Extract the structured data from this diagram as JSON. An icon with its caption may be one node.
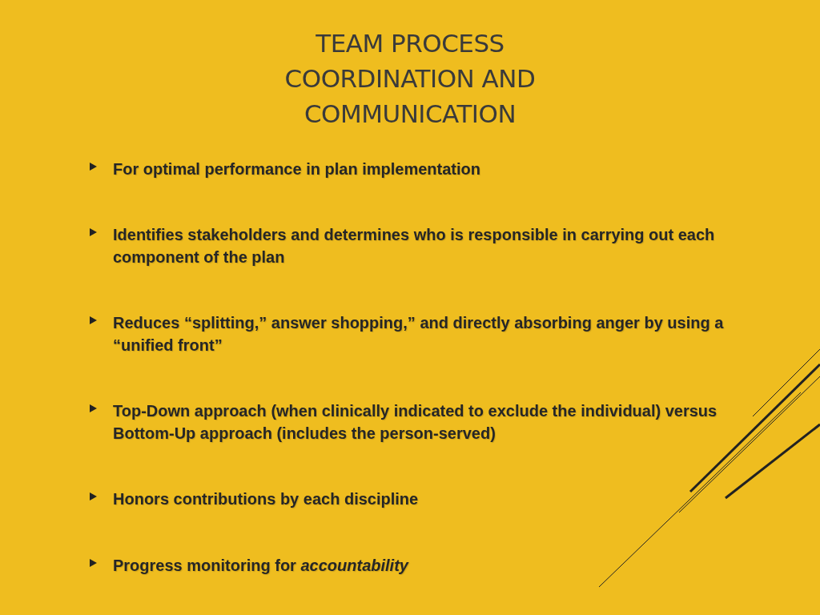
{
  "diagram": {
    "title": "TEAM PROCESS COORDINATION AND COMMUNICATION",
    "labels": [
      "For optimal performance in plan implementation",
      "Identifies stakeholders and determines who is responsible in carrying out each component of the plan",
      "Reduces “splitting,” answer shopping,” and directly absorbing anger by using a “unified front”",
      "Top-Down approach (when clinically indicated to exclude the individual) versus Bottom-Up approach (includes the person-served)",
      "Honors contributions by each discipline",
      "Progress monitoring for *accountability*"
    ]
  }
}
